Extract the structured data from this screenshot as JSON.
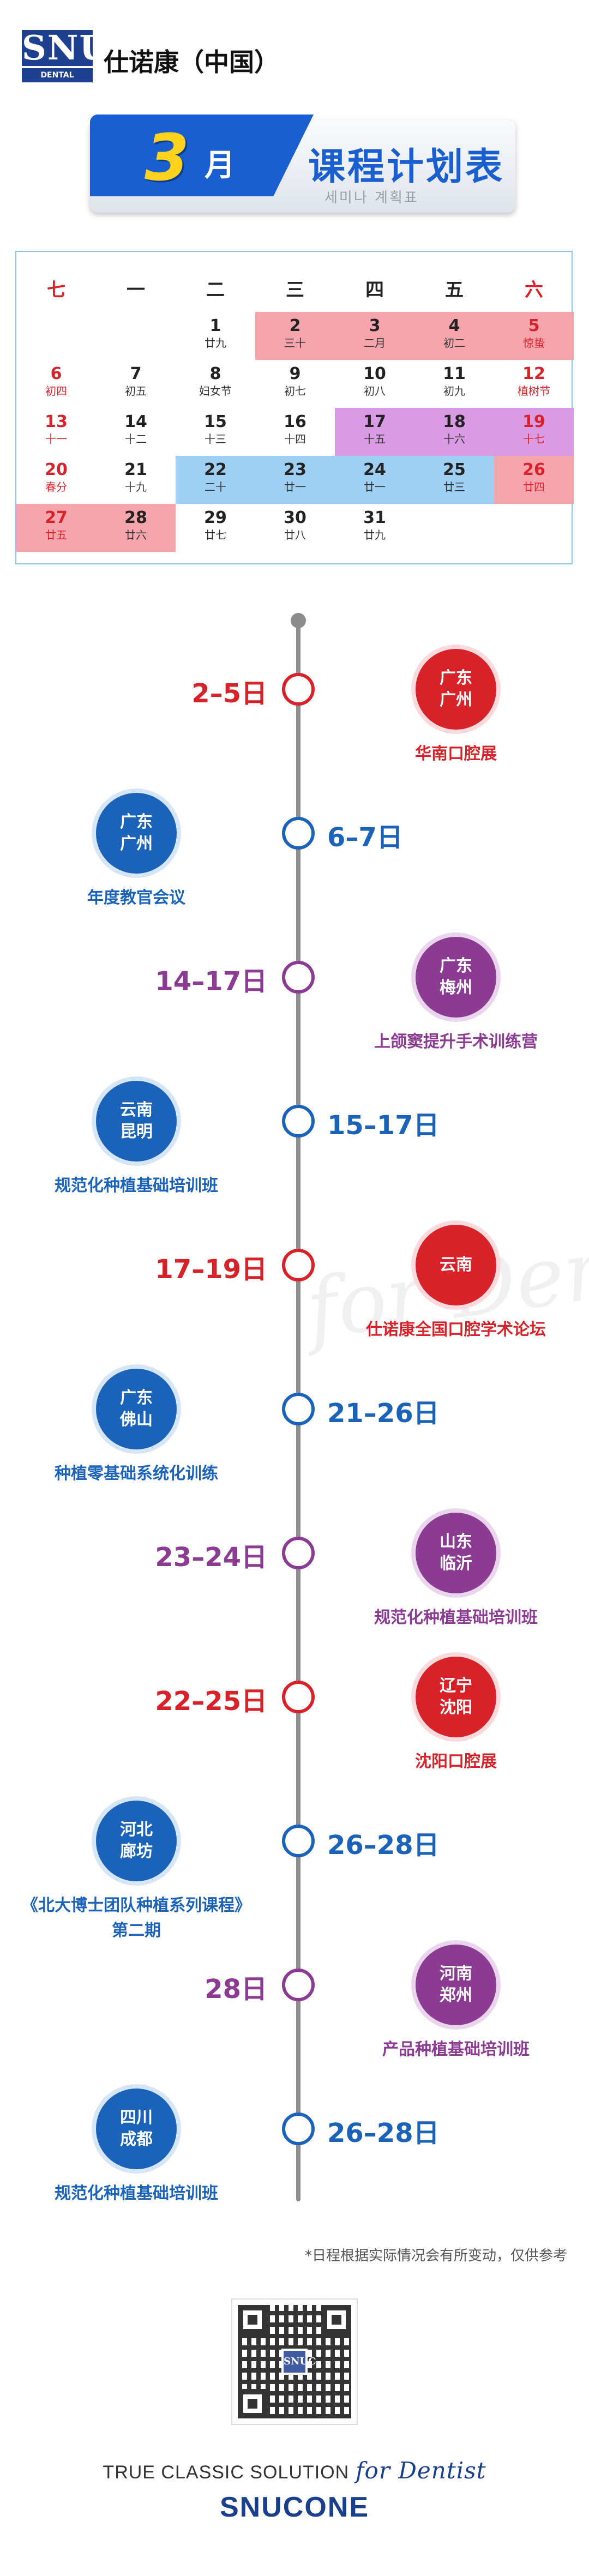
{
  "header": {
    "logo_text": "SNUC",
    "logo_sub": "DENTAL IMPLANT",
    "company": "仕诺康（中国）"
  },
  "banner": {
    "month_num": "3",
    "month_text": "月",
    "title": "课程计划表",
    "subtitle": "세미나 계획표"
  },
  "calendar": {
    "weekdays": [
      "七",
      "一",
      "二",
      "三",
      "四",
      "五",
      "六"
    ],
    "cells": [
      {
        "d": "1",
        "l": "廿九",
        "row": 0,
        "col": 2,
        "bg": "",
        "red": false
      },
      {
        "d": "2",
        "l": "三十",
        "row": 0,
        "col": 3,
        "bg": "pink",
        "red": false
      },
      {
        "d": "3",
        "l": "二月",
        "row": 0,
        "col": 4,
        "bg": "pink",
        "red": false
      },
      {
        "d": "4",
        "l": "初二",
        "row": 0,
        "col": 5,
        "bg": "pink",
        "red": false
      },
      {
        "d": "5",
        "l": "惊蛰",
        "row": 0,
        "col": 6,
        "bg": "pink",
        "red": true
      },
      {
        "d": "6",
        "l": "初四",
        "row": 1,
        "col": 0,
        "bg": "",
        "red": true
      },
      {
        "d": "7",
        "l": "初五",
        "row": 1,
        "col": 1,
        "bg": "",
        "red": false
      },
      {
        "d": "8",
        "l": "妇女节",
        "row": 1,
        "col": 2,
        "bg": "",
        "red": false
      },
      {
        "d": "9",
        "l": "初七",
        "row": 1,
        "col": 3,
        "bg": "",
        "red": false
      },
      {
        "d": "10",
        "l": "初八",
        "row": 1,
        "col": 4,
        "bg": "",
        "red": false
      },
      {
        "d": "11",
        "l": "初九",
        "row": 1,
        "col": 5,
        "bg": "",
        "red": false
      },
      {
        "d": "12",
        "l": "植树节",
        "row": 1,
        "col": 6,
        "bg": "",
        "red": true
      },
      {
        "d": "13",
        "l": "十一",
        "row": 2,
        "col": 0,
        "bg": "",
        "red": true
      },
      {
        "d": "14",
        "l": "十二",
        "row": 2,
        "col": 1,
        "bg": "",
        "red": false
      },
      {
        "d": "15",
        "l": "十三",
        "row": 2,
        "col": 2,
        "bg": "",
        "red": false
      },
      {
        "d": "16",
        "l": "十四",
        "row": 2,
        "col": 3,
        "bg": "",
        "red": false
      },
      {
        "d": "17",
        "l": "十五",
        "row": 2,
        "col": 4,
        "bg": "purple",
        "red": false
      },
      {
        "d": "18",
        "l": "十六",
        "row": 2,
        "col": 5,
        "bg": "purple",
        "red": false
      },
      {
        "d": "19",
        "l": "十七",
        "row": 2,
        "col": 6,
        "bg": "purple",
        "red": true
      },
      {
        "d": "20",
        "l": "春分",
        "row": 3,
        "col": 0,
        "bg": "",
        "red": true
      },
      {
        "d": "21",
        "l": "十九",
        "row": 3,
        "col": 1,
        "bg": "",
        "red": false
      },
      {
        "d": "22",
        "l": "二十",
        "row": 3,
        "col": 2,
        "bg": "blue",
        "red": false
      },
      {
        "d": "23",
        "l": "廿一",
        "row": 3,
        "col": 3,
        "bg": "blue",
        "red": false
      },
      {
        "d": "24",
        "l": "廿一",
        "row": 3,
        "col": 4,
        "bg": "blue",
        "red": false
      },
      {
        "d": "25",
        "l": "廿三",
        "row": 3,
        "col": 5,
        "bg": "blue",
        "red": false
      },
      {
        "d": "26",
        "l": "廿四",
        "row": 3,
        "col": 6,
        "bg": "pink",
        "red": true
      },
      {
        "d": "27",
        "l": "廿五",
        "row": 4,
        "col": 0,
        "bg": "pink",
        "red": true
      },
      {
        "d": "28",
        "l": "廿六",
        "row": 4,
        "col": 1,
        "bg": "pink",
        "red": false
      },
      {
        "d": "29",
        "l": "廿七",
        "row": 4,
        "col": 2,
        "bg": "",
        "red": false
      },
      {
        "d": "30",
        "l": "廿八",
        "row": 4,
        "col": 3,
        "bg": "",
        "red": false
      },
      {
        "d": "31",
        "l": "廿九",
        "row": 4,
        "col": 4,
        "bg": "",
        "red": false
      }
    ]
  },
  "events": [
    {
      "date": "2–5日",
      "loc1": "广东",
      "loc2": "广州",
      "title": "华南口腔展",
      "title2": "",
      "color": "red",
      "side": "right"
    },
    {
      "date": "6–7日",
      "loc1": "广东",
      "loc2": "广州",
      "title": "年度教官会议",
      "title2": "",
      "color": "blue",
      "side": "left"
    },
    {
      "date": "14–17日",
      "loc1": "广东",
      "loc2": "梅州",
      "title": "上颌窦提升手术训练营",
      "title2": "",
      "color": "purple",
      "side": "right"
    },
    {
      "date": "15–17日",
      "loc1": "云南",
      "loc2": "昆明",
      "title": "规范化种植基础培训班",
      "title2": "",
      "color": "blue",
      "side": "left"
    },
    {
      "date": "17–19日",
      "loc1": "云南",
      "loc2": "",
      "title": "仕诺康全国口腔学术论坛",
      "title2": "",
      "color": "red",
      "side": "right"
    },
    {
      "date": "21–26日",
      "loc1": "广东",
      "loc2": "佛山",
      "title": "种植零基础系统化训练",
      "title2": "",
      "color": "blue",
      "side": "left"
    },
    {
      "date": "23–24日",
      "loc1": "山东",
      "loc2": "临沂",
      "title": "规范化种植基础培训班",
      "title2": "",
      "color": "purple",
      "side": "right"
    },
    {
      "date": "22–25日",
      "loc1": "辽宁",
      "loc2": "沈阳",
      "title": "沈阳口腔展",
      "title2": "",
      "color": "red",
      "side": "right"
    },
    {
      "date": "26–28日",
      "loc1": "河北",
      "loc2": "廊坊",
      "title": "《北大博士团队种植系列课程》",
      "title2": "第二期",
      "color": "blue",
      "side": "left"
    },
    {
      "date": "28日",
      "loc1": "河南",
      "loc2": "郑州",
      "title": "产品种植基础培训班",
      "title2": "",
      "color": "purple",
      "side": "right"
    },
    {
      "date": "26–28日",
      "loc1": "四川",
      "loc2": "成都",
      "title": "规范化种植基础培训班",
      "title2": "",
      "color": "blue",
      "side": "left"
    }
  ],
  "watermark": "for Dentist",
  "footer": {
    "note": "*日程根据实际情况会有所变动，仅供参考",
    "slogan_a": "TRUE CLASSIC SOLUTION",
    "slogan_b": "for Dentist",
    "brand": "SNUCONE"
  },
  "colors": {
    "red": "#d8222a",
    "blue": "#1a63b8",
    "purple": "#8b3b91",
    "banner_blue": "#1a5fd0",
    "month_yellow": "#ffd21e"
  }
}
